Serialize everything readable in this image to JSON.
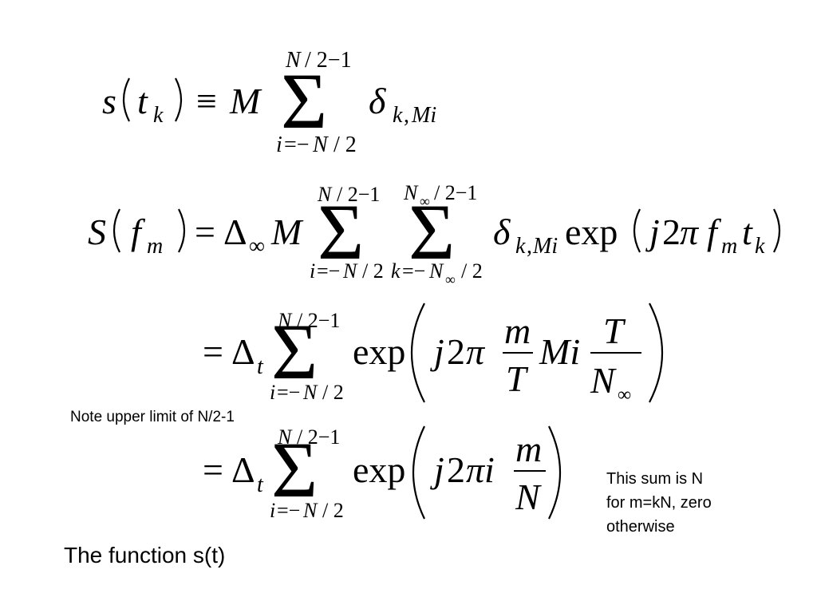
{
  "slide": {
    "notes": {
      "upper_limit": "Note upper limit of N/2-1",
      "sum_lines": [
        "This sum is N",
        "for m=kN, zero",
        "otherwise"
      ],
      "function": "The function s(t)"
    },
    "equations": {
      "s_of_t": "s(t_k) ≡ M Σ_{i=−N/2}^{N/2−1} δ_{k,Mi}",
      "S_of_f": "S(f_m) = Δ_∞ M Σ_{i=−N/2}^{N/2−1} Σ_{k=−N_∞/2}^{N_∞/2−1} δ_{k,Mi} exp(j2π f_m t_k)",
      "step1": "= Δ_t Σ_{i=−N/2}^{N/2−1} exp( j2π (m/T) Mi (T/N_∞) )",
      "step2": "= Δ_t Σ_{i=−N/2}^{N/2−1} exp( j2πi (m/N) )"
    }
  }
}
